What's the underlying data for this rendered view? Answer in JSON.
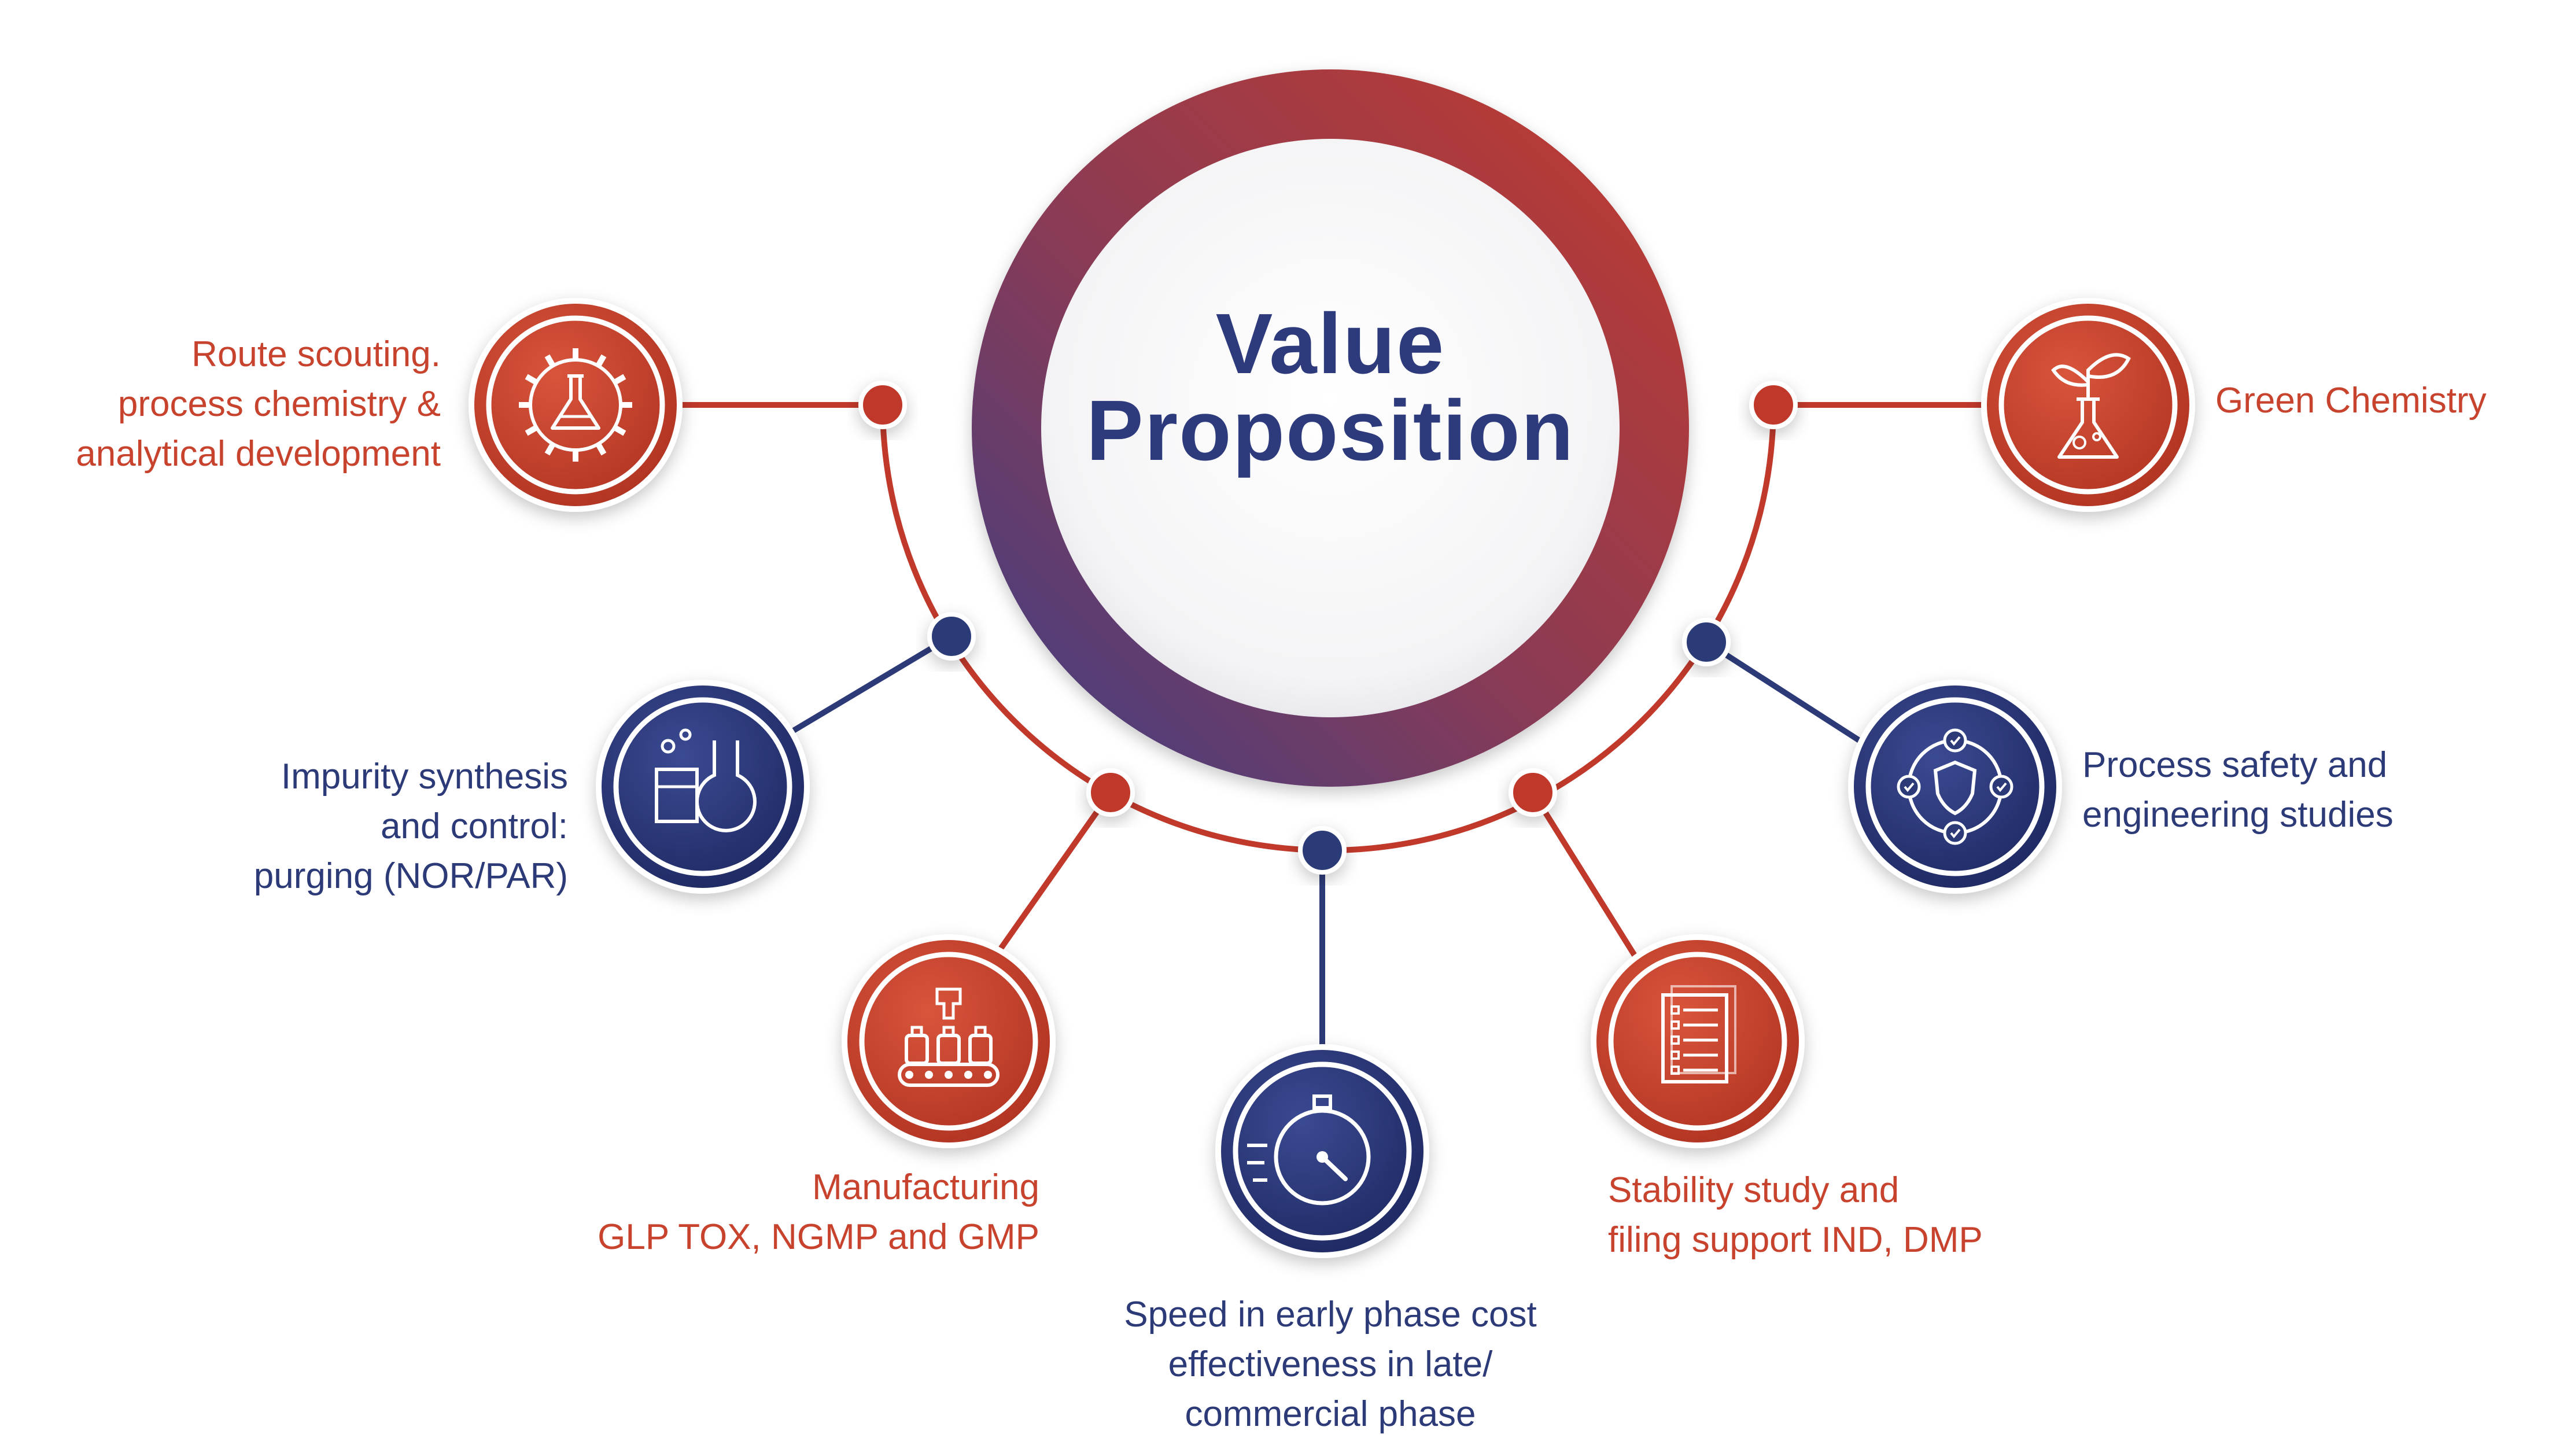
{
  "center": {
    "title_line1": "Value",
    "title_line2": "Proposition"
  },
  "colors": {
    "red": "#c8432d",
    "blue": "#2c3a78",
    "ring_red": "#c0392b",
    "ring_blue": "#3b3f85"
  },
  "nodes": [
    {
      "id": "route-scouting",
      "color": "red",
      "icon": "gear-flask-icon",
      "lines": [
        "Route scouting.",
        "process chemistry &",
        "analytical development"
      ]
    },
    {
      "id": "impurity-synthesis",
      "color": "blue",
      "icon": "lab-glassware-icon",
      "lines": [
        "Impurity synthesis",
        "and control:",
        "purging (NOR/PAR)"
      ]
    },
    {
      "id": "manufacturing",
      "color": "red",
      "icon": "conveyor-bottles-icon",
      "lines": [
        "Manufacturing",
        "GLP TOX, NGMP and GMP"
      ]
    },
    {
      "id": "speed",
      "color": "blue",
      "icon": "stopwatch-icon",
      "lines": [
        "Speed in early phase cost",
        "effectiveness in late/",
        "commercial phase"
      ]
    },
    {
      "id": "stability",
      "color": "red",
      "icon": "checklist-document-icon",
      "lines": [
        "Stability study and",
        "filing support IND, DMP"
      ]
    },
    {
      "id": "process-safety",
      "color": "blue",
      "icon": "shield-cycle-icon",
      "lines": [
        "Process safety and",
        "engineering studies"
      ]
    },
    {
      "id": "green-chemistry",
      "color": "red",
      "icon": "leaf-flask-icon",
      "lines": [
        "Green Chemistry"
      ]
    }
  ]
}
